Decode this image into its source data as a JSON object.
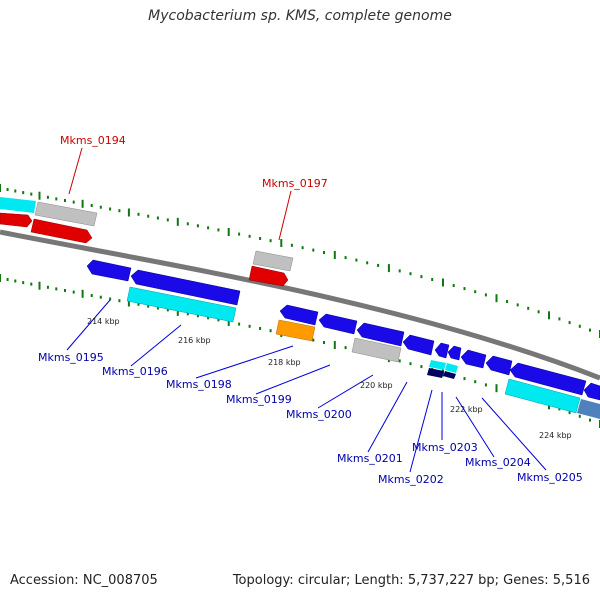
{
  "title": "Mycobacterium sp. KMS, complete genome",
  "footer": {
    "accession_label": "Accession:",
    "accession": "NC_008705",
    "topology_label": "Topology:",
    "topology": "circular",
    "length_label": "Length:",
    "length": "5,737,227 bp",
    "genes_label": "Genes:",
    "genes": "5,516"
  },
  "scale_labels": [
    "214 kbp",
    "216 kbp",
    "218 kbp",
    "220 kbp",
    "222 kbp",
    "224 kbp"
  ],
  "genes": [
    {
      "name": "Mkms_0194",
      "color": "#cc0000"
    },
    {
      "name": "Mkms_0195",
      "color": "#0000aa"
    },
    {
      "name": "Mkms_0196",
      "color": "#0000aa"
    },
    {
      "name": "Mkms_0197",
      "color": "#cc0000"
    },
    {
      "name": "Mkms_0198",
      "color": "#0000aa"
    },
    {
      "name": "Mkms_0199",
      "color": "#0000aa"
    },
    {
      "name": "Mkms_0200",
      "color": "#0000aa"
    },
    {
      "name": "Mkms_0201",
      "color": "#0000aa"
    },
    {
      "name": "Mkms_0202",
      "color": "#0000aa"
    },
    {
      "name": "Mkms_0203",
      "color": "#0000aa"
    },
    {
      "name": "Mkms_0204",
      "color": "#0000aa"
    },
    {
      "name": "Mkms_0205",
      "color": "#0000aa"
    }
  ],
  "colors": {
    "backbone": "#777777",
    "forward_cds": "#ee0000",
    "reverse_cds": "#1100ee",
    "function_cyan": "#00eeee",
    "function_gray": "#bbbbbb",
    "function_orange": "#ff9900",
    "function_navy": "#000066",
    "function_steel": "#4f81bd",
    "tick": "#117711"
  }
}
